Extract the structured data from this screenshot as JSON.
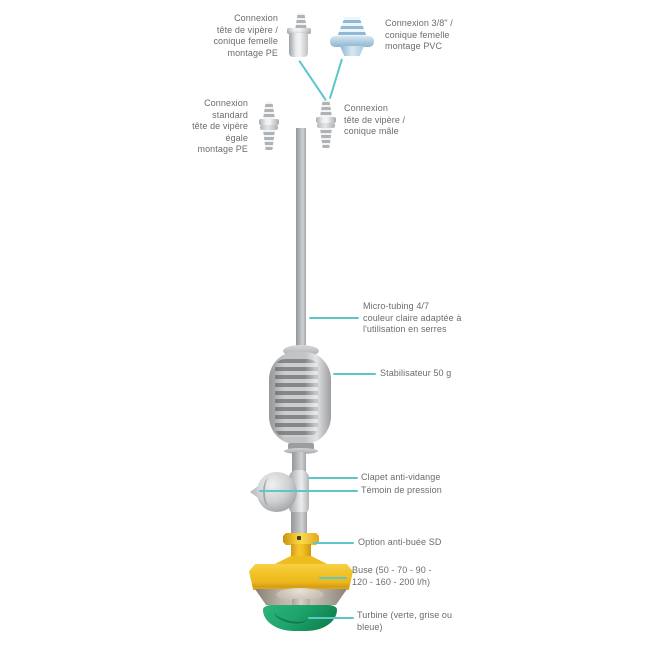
{
  "labels": {
    "conn_pe": {
      "lines": [
        "Connexion",
        "tête de vipère /",
        "conique femelle",
        "montage PE"
      ]
    },
    "conn_38": {
      "lines": [
        "Connexion 3/8\" /",
        "conique femelle",
        "montage PVC"
      ]
    },
    "conn_standard": {
      "lines": [
        "Connexion",
        "standard",
        "tête de vipère",
        "égale",
        "montage PE"
      ]
    },
    "conn_male": {
      "lines": [
        "Connexion",
        "tête de vipère /",
        "conique mâle"
      ]
    },
    "microtubing": {
      "lines": [
        "Micro-tubing 4/7",
        "couleur claire adaptée à",
        "l'utilisation en serres"
      ]
    },
    "stabilisateur": {
      "lines": [
        "Stabilisateur 50 g"
      ]
    },
    "clapet": {
      "lines": [
        "Clapet anti-vidange"
      ]
    },
    "temoin": {
      "lines": [
        "Témoin de pression"
      ]
    },
    "option": {
      "lines": [
        "Option anti-buée SD"
      ]
    },
    "buse": {
      "lines": [
        "Buse (50 - 70 - 90 -",
        "120 - 160 - 200 l/h)"
      ]
    },
    "turbine": {
      "lines": [
        "Turbine (verte, grise ou",
        "bleue)"
      ]
    }
  },
  "colors": {
    "text": "#6b6c6e",
    "leader": "#5dc6c9",
    "grey": "#c2c4c6",
    "pvc": "#abcbdf",
    "yellow": "#f1c021",
    "yellow_dark": "#d89c15",
    "green": "#1ea36c",
    "taupe": "#a39c90"
  }
}
